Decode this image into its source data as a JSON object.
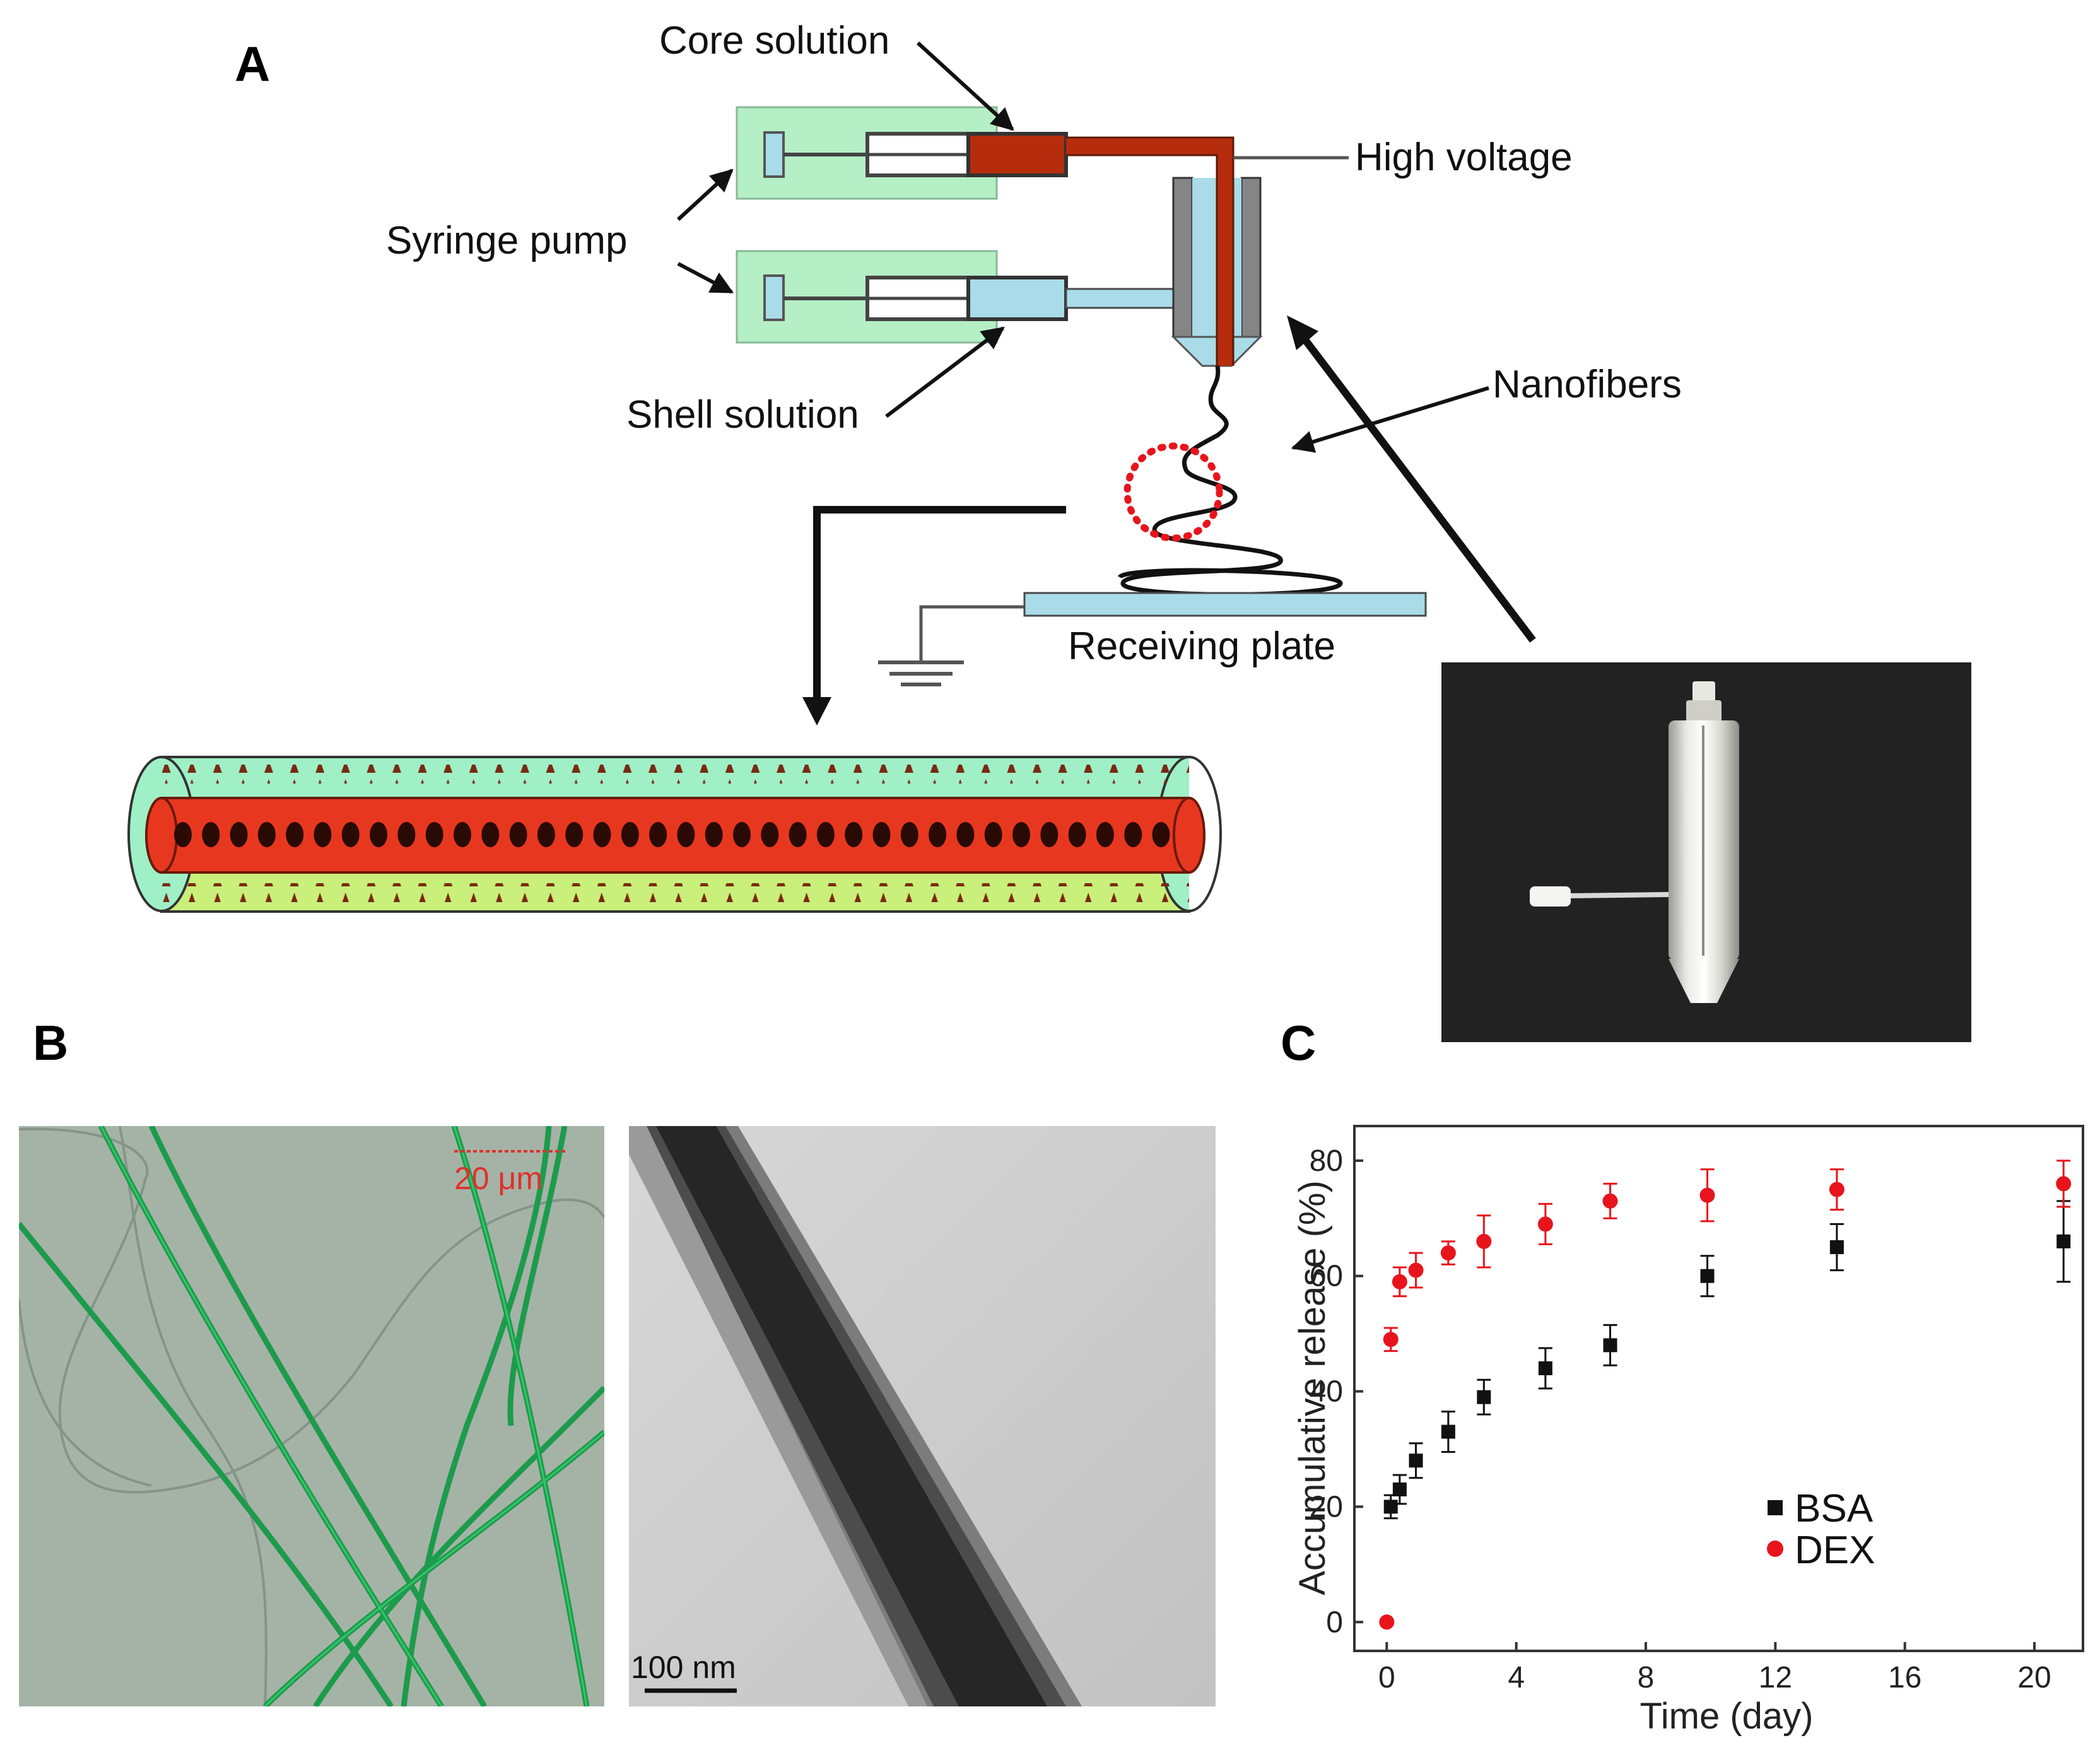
{
  "panels": {
    "a": "A",
    "b": "B",
    "c": "C"
  },
  "labels": {
    "core_solution": "Core solution",
    "high_voltage": "High voltage",
    "syringe_pump": "Syringe pump",
    "shell_solution": "Shell solution",
    "nanofibers": "Nanofibers",
    "receiving_plate": "Receiving plate"
  },
  "scale_bars": {
    "fluorescence": "20 μm",
    "tem": "100 nm"
  },
  "colors": {
    "core": "#b52d0c",
    "shell": "#a9dce8",
    "pump_box": "#b5efc5",
    "fiber_core": "#e8371f",
    "fiber_shell_top": "#9ff0c7",
    "fiber_shell_bottom": "#c9f07a",
    "dex": "#e8141c",
    "bsa": "#111111",
    "scale_red": "#e0302a"
  },
  "chart_data": {
    "type": "scatter",
    "xlabel": "Time (day)",
    "ylabel": "Accumulative release (%)",
    "xlim": [
      -1,
      21.5
    ],
    "ylim": [
      -5,
      86
    ],
    "xticks": [
      0,
      4,
      8,
      12,
      16,
      20
    ],
    "yticks": [
      0,
      20,
      40,
      60,
      80
    ],
    "legend_position": "lower-right",
    "series": [
      {
        "name": "BSA",
        "marker": "square",
        "color": "#111111",
        "points": [
          {
            "x": 0.125,
            "y": 20,
            "err": 2
          },
          {
            "x": 0.4,
            "y": 23,
            "err": 2.5
          },
          {
            "x": 0.9,
            "y": 28,
            "err": 3
          },
          {
            "x": 1.9,
            "y": 33,
            "err": 3.5
          },
          {
            "x": 3,
            "y": 39,
            "err": 3
          },
          {
            "x": 4.9,
            "y": 44,
            "err": 3.5
          },
          {
            "x": 6.9,
            "y": 48,
            "err": 3.5
          },
          {
            "x": 9.9,
            "y": 60,
            "err": 3.5
          },
          {
            "x": 13.9,
            "y": 65,
            "err": 4
          },
          {
            "x": 20.9,
            "y": 66,
            "err": 7
          }
        ]
      },
      {
        "name": "DEX",
        "marker": "circle",
        "color": "#e8141c",
        "points": [
          {
            "x": 0,
            "y": 0,
            "err": 0
          },
          {
            "x": 0.125,
            "y": 49,
            "err": 2
          },
          {
            "x": 0.4,
            "y": 59,
            "err": 2.5
          },
          {
            "x": 0.9,
            "y": 61,
            "err": 3
          },
          {
            "x": 1.9,
            "y": 64,
            "err": 2
          },
          {
            "x": 3,
            "y": 66,
            "err": 4.5
          },
          {
            "x": 4.9,
            "y": 69,
            "err": 3.5
          },
          {
            "x": 6.9,
            "y": 73,
            "err": 3
          },
          {
            "x": 9.9,
            "y": 74,
            "err": 4.5
          },
          {
            "x": 13.9,
            "y": 75,
            "err": 3.5
          },
          {
            "x": 20.9,
            "y": 76,
            "err": 4
          }
        ]
      }
    ]
  }
}
